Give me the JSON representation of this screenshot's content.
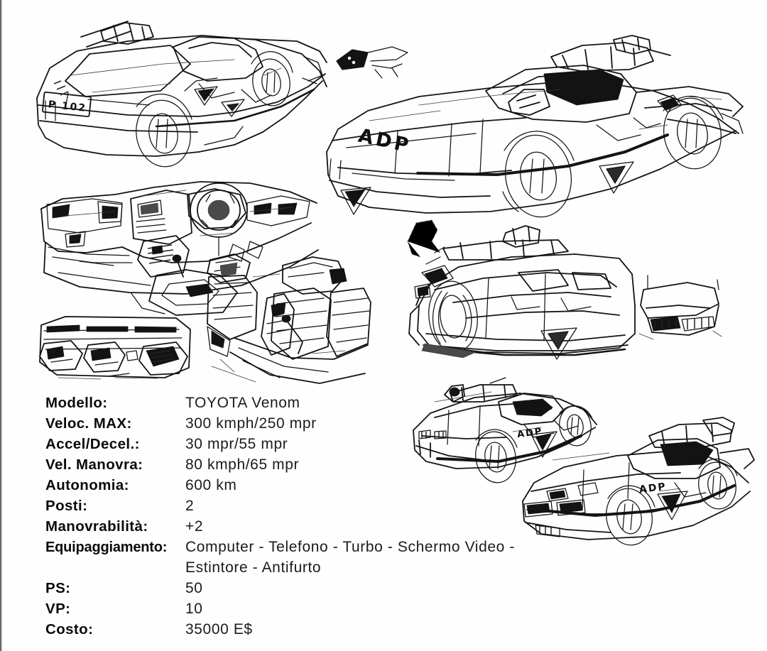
{
  "sheet": {
    "kind": "vehicle-datasheet",
    "language": "it"
  },
  "illustrations": [
    {
      "name": "rear-three-quarter-view",
      "marking": "P 102",
      "marking_kind": "license-plate"
    },
    {
      "name": "hero-front-three-quarter-view",
      "marking": "ADP",
      "marking_kind": "nose-lettering"
    },
    {
      "name": "detail-mirror-fin-sketch",
      "marking": ""
    },
    {
      "name": "interior-dashboard-cutaway",
      "marking": ""
    },
    {
      "name": "seats-detail-view",
      "marking": ""
    },
    {
      "name": "door-console-panel-detail",
      "marking": ""
    },
    {
      "name": "front-low-view",
      "marking": ""
    },
    {
      "name": "rear-bumper-detail-inset",
      "marking": ""
    },
    {
      "name": "rear-three-quarter-view-small",
      "marking": "ADP",
      "marking_kind": "side-lettering"
    },
    {
      "name": "front-three-quarter-view-small",
      "marking": "ADP",
      "marking_kind": "side-lettering"
    }
  ],
  "spec": {
    "rows": [
      {
        "label": "Modello:",
        "value": "TOYOTA Venom"
      },
      {
        "label": "Veloc. MAX:",
        "value": "300 kmph/250 mpr"
      },
      {
        "label": "Accel/Decel.:",
        "value": "30 mpr/55 mpr"
      },
      {
        "label": "Vel. Manovra:",
        "value": "80 kmph/65 mpr"
      },
      {
        "label": "Autonomia:",
        "value": "600 km"
      },
      {
        "label": "Posti:",
        "value": "2"
      },
      {
        "label": "Manovrabilità:",
        "value": "+2"
      },
      {
        "label": "Equipaggiamento:",
        "value": "Computer - Telefono - Turbo - Schermo Video -"
      },
      {
        "label": "",
        "value": "Estintore - Antifurto"
      },
      {
        "label": "PS:",
        "value": "50"
      },
      {
        "label": "VP:",
        "value": "10"
      },
      {
        "label": "Costo:",
        "value": "35000 E$"
      }
    ]
  },
  "colors": {
    "ink": "#141414",
    "paper": "#fefefe",
    "shadow": "#4a4a4a"
  }
}
